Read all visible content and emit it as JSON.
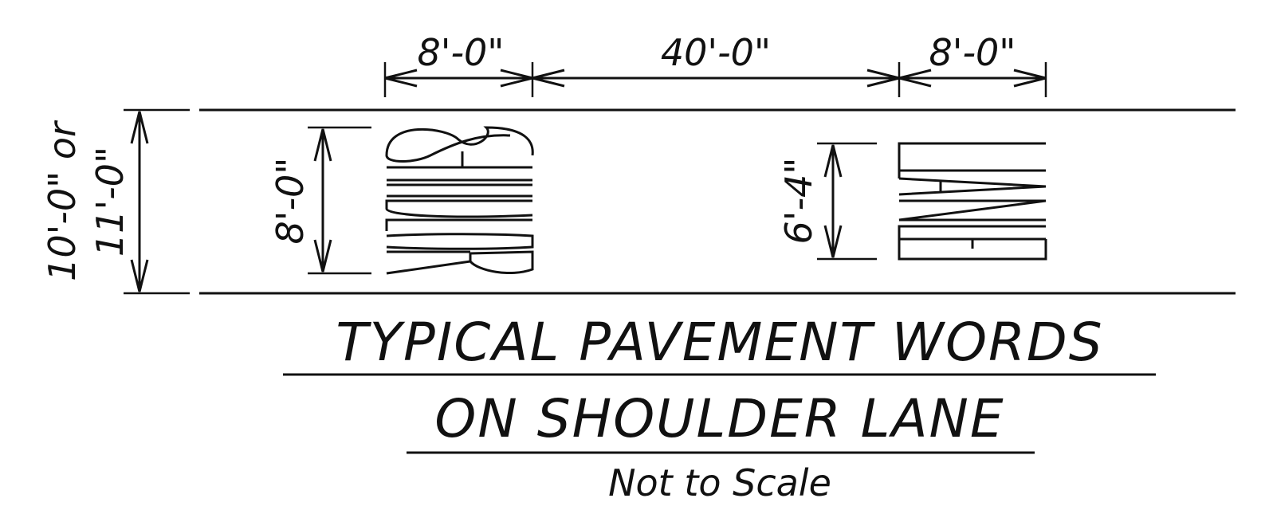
{
  "dimensions": {
    "letter_width_left": "8'-0\"",
    "spacing": "40'-0\"",
    "letter_width_right": "8'-0\"",
    "lane_width": "10'-0\" or\n11'-0\"",
    "lane_width_line1": "10'-0\" or",
    "lane_width_line2": "11'-0\"",
    "shoulder_height": "8'-0\"",
    "lane_height": "6'-4\""
  },
  "pavement_words": {
    "left_word": "SHOULDER",
    "right_word": "LANE"
  },
  "title": {
    "line1": "TYPICAL PAVEMENT WORDS",
    "line2": "ON SHOULDER LANE",
    "note": "Not to Scale"
  }
}
